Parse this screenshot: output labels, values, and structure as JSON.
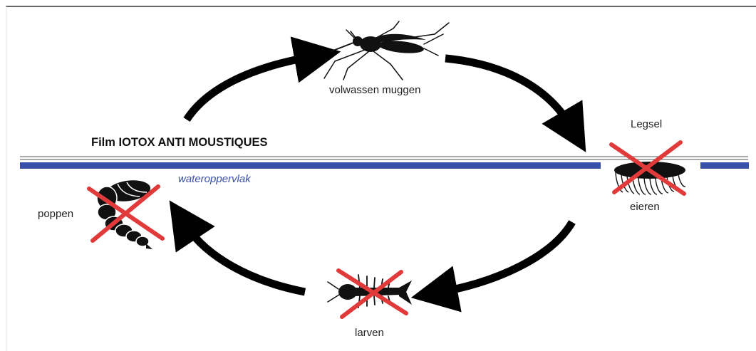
{
  "diagram": {
    "film_label": "Film IOTOX ANTI MOUSTIQUES",
    "surface_label": "wateroppervlak",
    "stages": {
      "adult": "volwassen muggen",
      "egg_top": "Legsel",
      "egg_bottom": "eieren",
      "larva": "larven",
      "pupa": "poppen"
    },
    "colors": {
      "surface_band": "#3a4fa8",
      "cross": "#e03a3a",
      "arrow": "#000000",
      "insect": "#111111"
    },
    "crossed_out": [
      "egg_raft",
      "larva",
      "pupa"
    ],
    "icons": [
      "mosquito-icon",
      "egg-raft-icon",
      "larva-icon",
      "pupa-icon",
      "cross-out-icon"
    ]
  }
}
